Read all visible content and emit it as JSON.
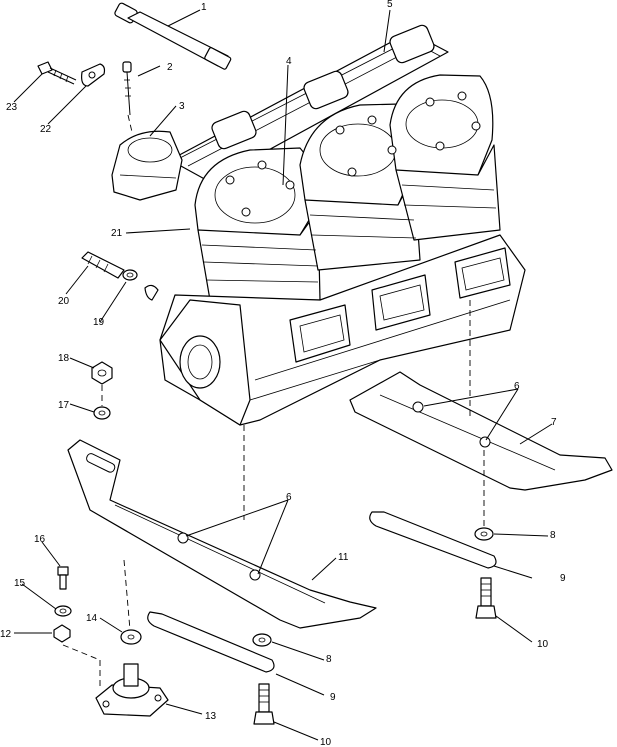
{
  "labels": [
    {
      "id": "1",
      "text": "1"
    },
    {
      "id": "2",
      "text": "2"
    },
    {
      "id": "3",
      "text": "3"
    },
    {
      "id": "4",
      "text": "4"
    },
    {
      "id": "5",
      "text": "5"
    },
    {
      "id": "6a",
      "text": "6"
    },
    {
      "id": "6b",
      "text": "6"
    },
    {
      "id": "7",
      "text": "7"
    },
    {
      "id": "8a",
      "text": "8"
    },
    {
      "id": "8b",
      "text": "8"
    },
    {
      "id": "9a",
      "text": "9"
    },
    {
      "id": "9b",
      "text": "9"
    },
    {
      "id": "10a",
      "text": "10"
    },
    {
      "id": "10b",
      "text": "10"
    },
    {
      "id": "11",
      "text": "11"
    },
    {
      "id": "12",
      "text": "12"
    },
    {
      "id": "13",
      "text": "13"
    },
    {
      "id": "14",
      "text": "14"
    },
    {
      "id": "15",
      "text": "15"
    },
    {
      "id": "16",
      "text": "16"
    },
    {
      "id": "17",
      "text": "17"
    },
    {
      "id": "18",
      "text": "18"
    },
    {
      "id": "19",
      "text": "19"
    },
    {
      "id": "20",
      "text": "20"
    },
    {
      "id": "21",
      "text": "21"
    },
    {
      "id": "22",
      "text": "22"
    },
    {
      "id": "23",
      "text": "23"
    }
  ]
}
